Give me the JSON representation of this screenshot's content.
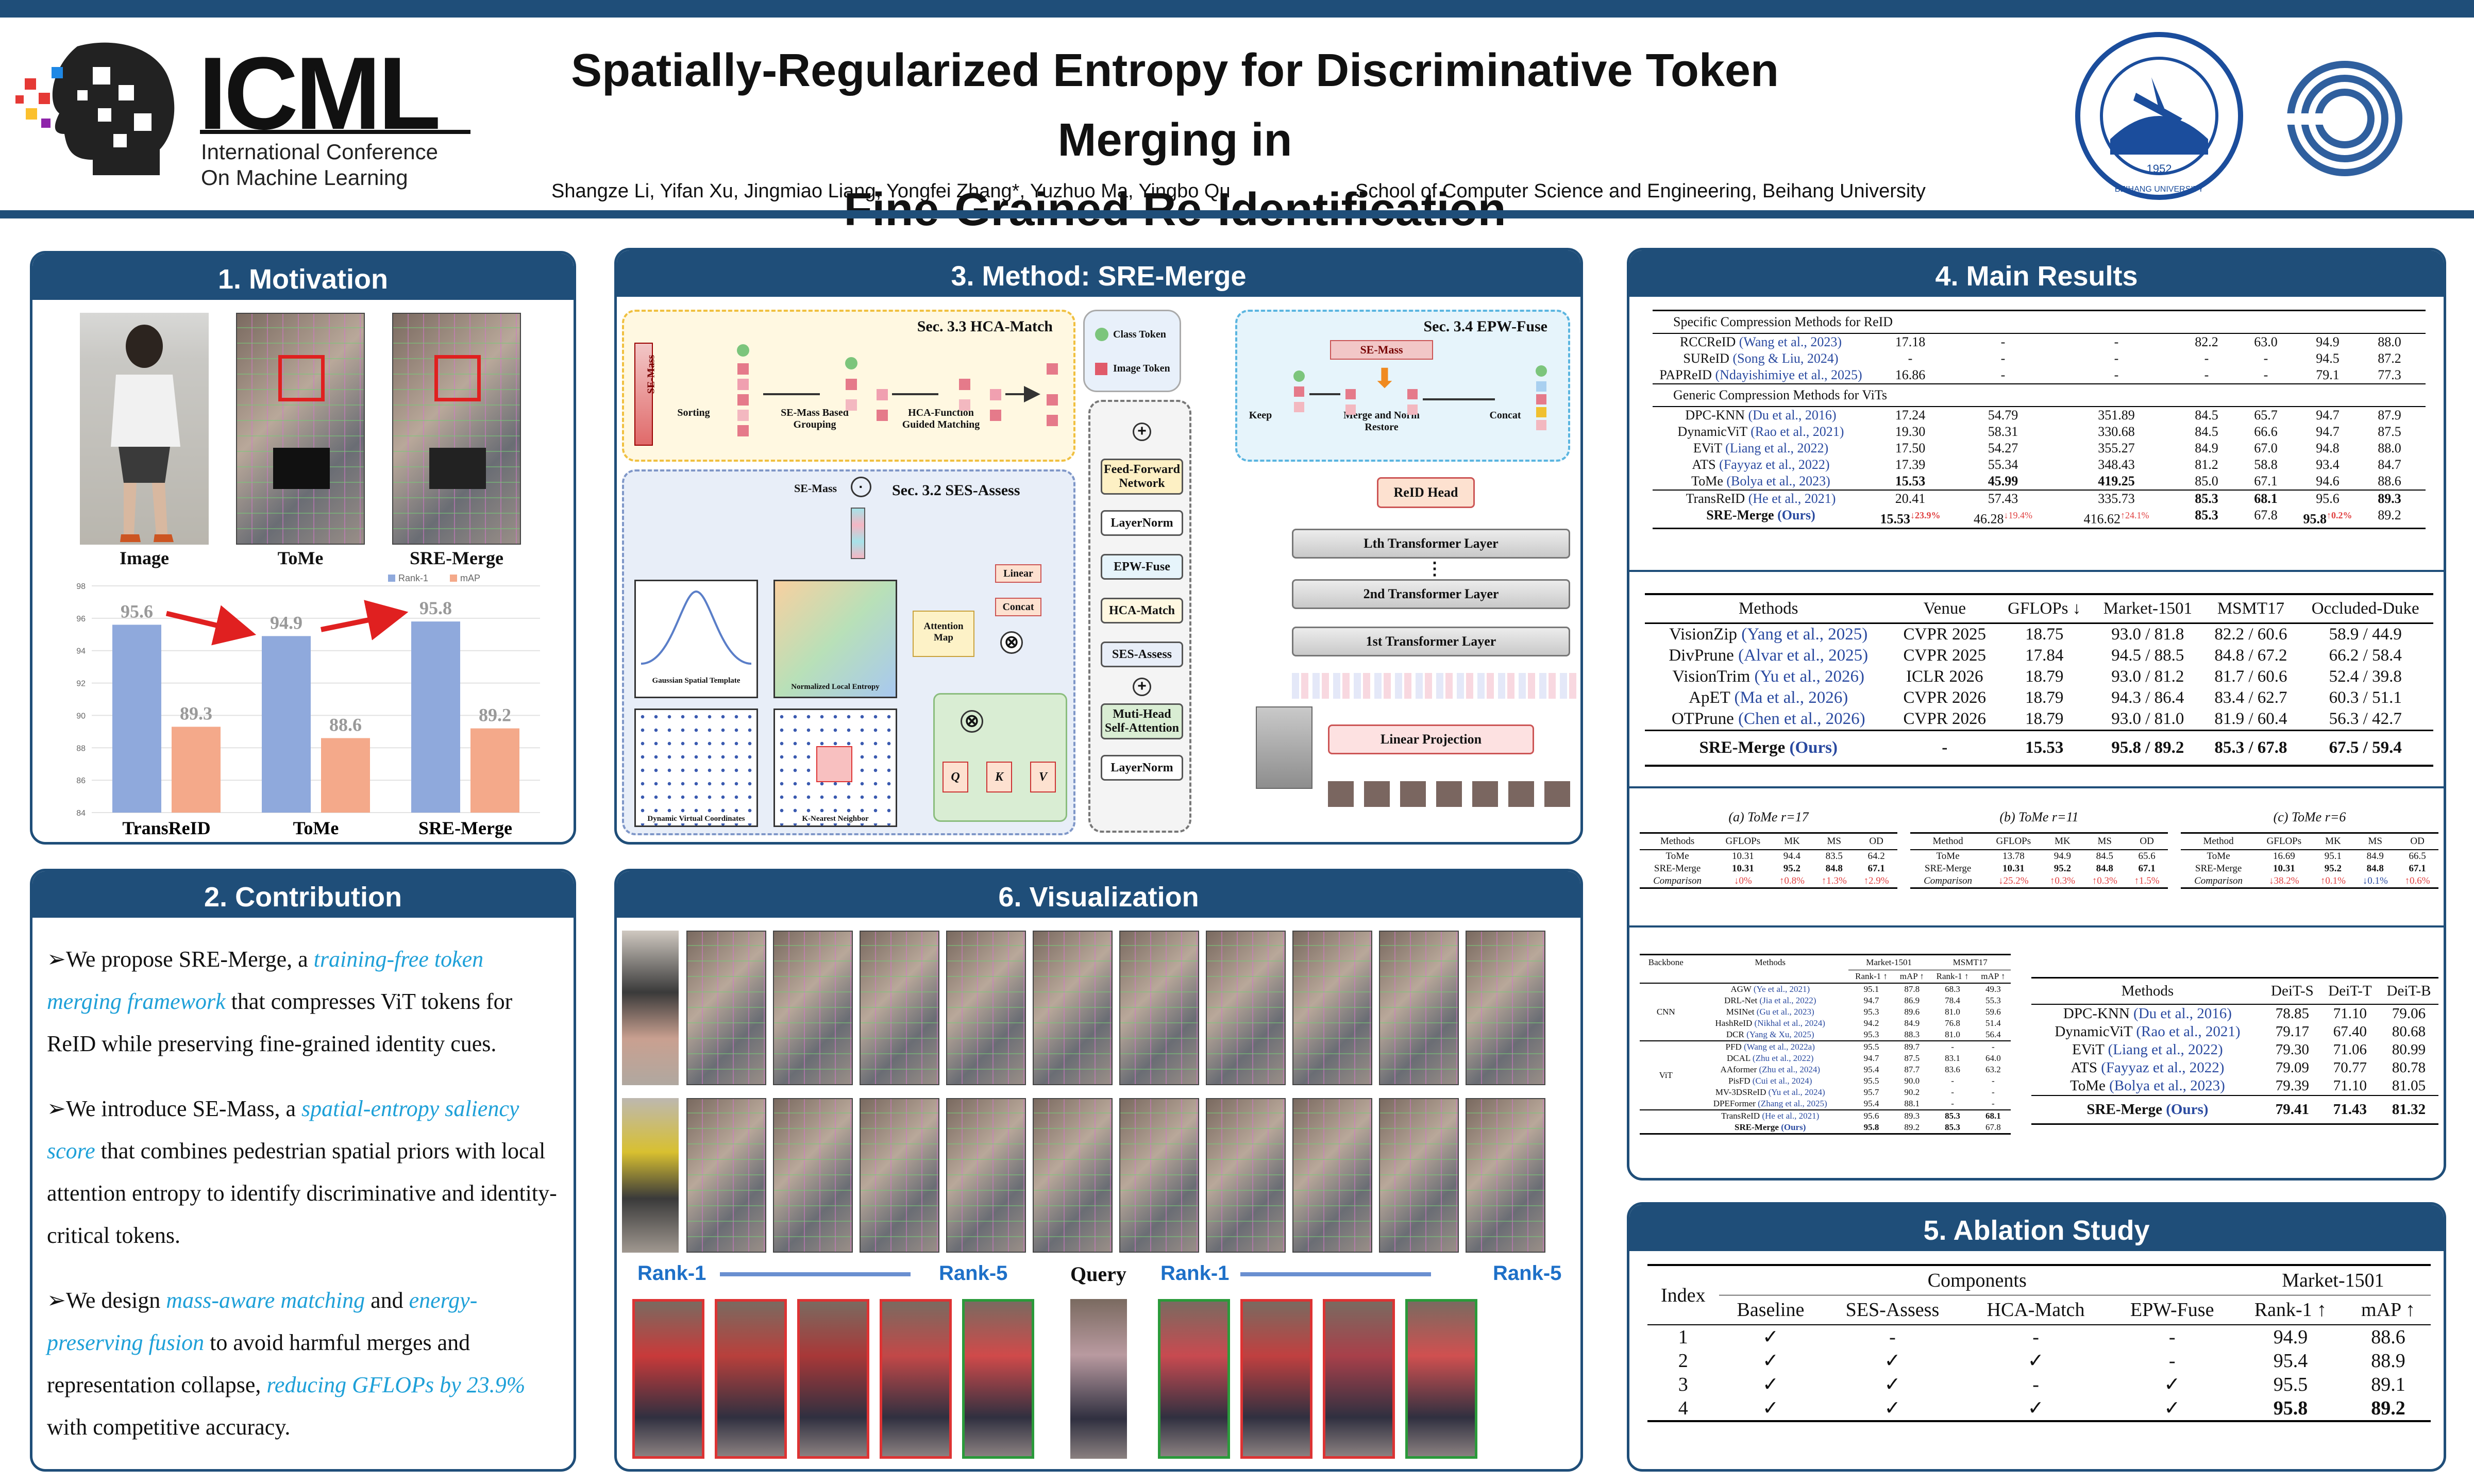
{
  "header": {
    "icml_word": "ICML",
    "icml_line1": "International Conference",
    "icml_line2": "On Machine Learning",
    "title_line1": "Spatially-Regularized Entropy for Discriminative Token Merging in",
    "title_line2": "Fine-Grained Re-Identification",
    "authors": "Shangze Li, Yifan Xu, Jingmiao Liang, Yongfei Zhang*, Yuzhuo Ma, Yingbo Qu",
    "affiliation": "School of Computer Science and Engineering, Beihang University",
    "seal_year": "1952",
    "seal_text": "BEIHANG UNIVERSITY"
  },
  "motivation": {
    "title": "1. Motivation",
    "labels": [
      "Image",
      "ToMe",
      "SRE-Merge"
    ],
    "chart_data": {
      "type": "bar",
      "categories": [
        "TransReID",
        "ToMe",
        "SRE-Merge"
      ],
      "series": [
        {
          "name": "Rank-1",
          "values": [
            95.6,
            94.9,
            95.8
          ],
          "color": "#8fa9dc"
        },
        {
          "name": "mAP",
          "values": [
            89.3,
            88.6,
            89.2
          ],
          "color": "#f4a98a"
        }
      ],
      "ylim": [
        84,
        98
      ],
      "yticks": [
        "84",
        "86",
        "88",
        "90",
        "92",
        "94",
        "96",
        "98"
      ],
      "value_labels_r1": [
        "95.6",
        "94.9",
        "95.8"
      ],
      "value_labels_map": [
        "89.3",
        "88.6",
        "89.2"
      ]
    }
  },
  "contribution": {
    "title": "2. Contribution",
    "items": [
      {
        "pre": "We propose SRE-Merge, a ",
        "em": "training-free token merging framework",
        "post": " that compresses ViT tokens for ReID while preserving fine-grained identity cues."
      },
      {
        "pre": "We introduce SE-Mass, a ",
        "em": "spatial-entropy saliency score",
        "post": " that combines pedestrian spatial priors with local attention entropy to identify discriminative and identity-critical tokens."
      },
      {
        "pre": "We design ",
        "em": "mass-aware matching",
        "mid": " and ",
        "em2": "energy-preserving fusion",
        "mid2": " to avoid harmful merges and representation collapse, ",
        "em3": "reducing GFLOPs by 23.9%",
        "post": " with competitive accuracy."
      }
    ]
  },
  "method": {
    "title": "3. Method: SRE-Merge",
    "hca_title": "Sec. 3.3 HCA-Match",
    "hca_labels": [
      "SE-Mass",
      "Sorting",
      "SE-Mass Based Grouping",
      "HCA-Function Guided Matching"
    ],
    "ses_title": "Sec. 3.2 SES-Assess",
    "ses_labels": [
      "SE-Mass",
      "Gaussian Spatial Template",
      "Normalized Local Entropy",
      "Dynamic Virtual Coordinates",
      "K-Nearest Neighbor",
      "Attention Map",
      "Linear",
      "Concat",
      "Q",
      "K",
      "V"
    ],
    "legend": [
      "Class Token",
      "Image Token"
    ],
    "epw_title": "Sec. 3.4 EPW-Fuse",
    "epw_labels": [
      "SE-Mass",
      "Keep",
      "Merge and Norm Restore",
      "Concat"
    ],
    "block": [
      "Feed-Forward Network",
      "LayerNorm",
      "EPW-Fuse",
      "HCA-Match",
      "SES-Assess",
      "Muti-Head Self-Attention",
      "LayerNorm"
    ],
    "stack": [
      "ReID Head",
      "Lth Transformer Layer",
      "2nd Transformer Layer",
      "1st Transformer Layer",
      "Linear Projection"
    ]
  },
  "results": {
    "title": "4. Main Results",
    "t1_sec1": "Specific Compression Methods for ReID",
    "t1_sec2": "Generic Compression Methods for ViTs",
    "t1_rows1": [
      [
        "RCCReID (Wang et al., 2023)",
        "17.18",
        "-",
        "-",
        "82.2",
        "63.0",
        "94.9",
        "88.0"
      ],
      [
        "SUReID (Song & Liu, 2024)",
        "-",
        "-",
        "-",
        "-",
        "-",
        "94.5",
        "87.2"
      ],
      [
        "PAPReID (Ndayishimiye et al., 2025)",
        "16.86",
        "-",
        "-",
        "-",
        "-",
        "79.1",
        "77.3"
      ]
    ],
    "t1_rows2": [
      [
        "DPC-KNN (Du et al., 2016)",
        "17.24",
        "54.79",
        "351.89",
        "84.5",
        "65.7",
        "94.7",
        "87.9"
      ],
      [
        "DynamicViT (Rao et al., 2021)",
        "19.30",
        "58.31",
        "330.68",
        "84.5",
        "66.6",
        "94.7",
        "87.5"
      ],
      [
        "EViT (Liang et al., 2022)",
        "17.50",
        "54.27",
        "355.27",
        "84.9",
        "67.0",
        "94.8",
        "88.0"
      ],
      [
        "ATS (Fayyaz et al., 2022)",
        "17.39",
        "55.34",
        "348.43",
        "81.2",
        "58.8",
        "93.4",
        "84.7"
      ],
      [
        "ToMe (Bolya et al., 2023)",
        "15.53",
        "45.99",
        "419.25",
        "85.0",
        "67.1",
        "94.6",
        "88.6"
      ]
    ],
    "t1_rows3": [
      [
        "TransReID (He et al., 2021)",
        "20.41",
        "57.43",
        "335.73",
        "85.3",
        "68.1",
        "95.6",
        "89.3"
      ],
      [
        "SRE-Merge (Ours)",
        "15.53",
        "46.28",
        "416.62",
        "85.3",
        "67.8",
        "95.8",
        "89.2"
      ]
    ],
    "t1_deltas": [
      "↓23.9%",
      "↓19.4%",
      "↑24.1%",
      "↑0.2%"
    ],
    "t2_head": [
      "Methods",
      "Venue",
      "GFLOPs ↓",
      "Market-1501",
      "MSMT17",
      "Occluded-Duke"
    ],
    "t2_rows": [
      [
        "VisionZip (Yang et al., 2025)",
        "CVPR 2025",
        "18.75",
        "93.0 / 81.8",
        "82.2 / 60.6",
        "58.9 / 44.9"
      ],
      [
        "DivPrune (Alvar et al., 2025)",
        "CVPR 2025",
        "17.84",
        "94.5 / 88.5",
        "84.8 / 67.2",
        "66.2 / 58.4"
      ],
      [
        "VisionTrim (Yu et al., 2026)",
        "ICLR 2026",
        "18.79",
        "93.0 / 81.2",
        "81.7 / 60.6",
        "52.4 / 39.8"
      ],
      [
        "ApET (Ma et al., 2026)",
        "CVPR 2026",
        "18.79",
        "94.3 / 86.4",
        "83.4 / 62.7",
        "60.3 / 51.1"
      ],
      [
        "OTPrune (Chen et al., 2026)",
        "CVPR 2026",
        "18.79",
        "93.0 / 81.0",
        "81.9 / 60.4",
        "56.3 / 42.7"
      ],
      [
        "SRE-Merge (Ours)",
        "-",
        "15.53",
        "95.8 / 89.2",
        "85.3 / 67.8",
        "67.5 / 59.4"
      ]
    ],
    "t3": [
      {
        "cap": "(a) ToMe r=17",
        "head": [
          "Methods",
          "GFLOPs",
          "MK",
          "MS",
          "OD"
        ],
        "rows": [
          [
            "ToMe",
            "10.31",
            "94.4",
            "83.5",
            "64.2"
          ],
          [
            "SRE-Merge",
            "10.31",
            "95.2",
            "84.8",
            "67.1"
          ],
          [
            "Comparison",
            "↓0%",
            "↑0.8%",
            "↑1.3%",
            "↑2.9%"
          ]
        ]
      },
      {
        "cap": "(b) ToMe r=11",
        "head": [
          "Method",
          "GFLOPs",
          "MK",
          "MS",
          "OD"
        ],
        "rows": [
          [
            "ToMe",
            "13.78",
            "94.9",
            "84.5",
            "65.6"
          ],
          [
            "SRE-Merge",
            "10.31",
            "95.2",
            "84.8",
            "67.1"
          ],
          [
            "Comparison",
            "↓25.2%",
            "↑0.3%",
            "↑0.3%",
            "↑1.5%"
          ]
        ]
      },
      {
        "cap": "(c) ToMe r=6",
        "head": [
          "Method",
          "GFLOPs",
          "MK",
          "MS",
          "OD"
        ],
        "rows": [
          [
            "ToMe",
            "16.69",
            "95.1",
            "84.9",
            "66.5"
          ],
          [
            "SRE-Merge",
            "10.31",
            "95.2",
            "84.8",
            "67.1"
          ],
          [
            "Comparison",
            "↓38.2%",
            "↑0.1%",
            "↓0.1%",
            "↑0.6%"
          ]
        ]
      }
    ],
    "t4_head": [
      "Backbone",
      "Methods",
      "Market-1501",
      "MSMT17",
      "Rank-1 ↑",
      "mAP ↑",
      "Rank-1 ↑",
      "mAP ↑"
    ],
    "t4_cnn": "CNN",
    "t4_vit": "ViT",
    "t4_rows_cnn": [
      [
        "AGW (Ye et al., 2021)",
        "95.1",
        "87.8",
        "68.3",
        "49.3"
      ],
      [
        "DRL-Net (Jia et al., 2022)",
        "94.7",
        "86.9",
        "78.4",
        "55.3"
      ],
      [
        "MSINet (Gu et al., 2023)",
        "95.3",
        "89.6",
        "81.0",
        "59.6"
      ],
      [
        "HashReID (Nikhal et al., 2024)",
        "94.2",
        "84.9",
        "76.8",
        "51.4"
      ],
      [
        "DCR (Yang & Xu, 2025)",
        "95.3",
        "88.3",
        "81.0",
        "56.4"
      ]
    ],
    "t4_rows_vit": [
      [
        "PFD (Wang et al., 2022a)",
        "95.5",
        "89.7",
        "-",
        "-"
      ],
      [
        "DCAL (Zhu et al., 2022)",
        "94.7",
        "87.5",
        "83.1",
        "64.0"
      ],
      [
        "AAformer (Zhu et al., 2024)",
        "95.4",
        "87.7",
        "83.6",
        "63.2"
      ],
      [
        "PisFD (Cui et al., 2024)",
        "95.5",
        "90.0",
        "-",
        "-"
      ],
      [
        "MV-3DSReID (Yu et al., 2024)",
        "95.7",
        "90.2",
        "-",
        "-"
      ],
      [
        "DPEFormer (Zhang et al., 2025)",
        "95.4",
        "88.1",
        "-",
        "-"
      ]
    ],
    "t4_rows_last": [
      [
        "TransReID (He et al., 2021)",
        "95.6",
        "89.3",
        "85.3",
        "68.1"
      ],
      [
        "SRE-Merge (Ours)",
        "95.8",
        "89.2",
        "85.3",
        "67.8"
      ]
    ],
    "t5_head": [
      "Methods",
      "DeiT-S",
      "DeiT-T",
      "DeiT-B"
    ],
    "t5_rows": [
      [
        "DPC-KNN (Du et al., 2016)",
        "78.85",
        "71.10",
        "79.06"
      ],
      [
        "DynamicViT (Rao et al., 2021)",
        "79.17",
        "67.40",
        "80.68"
      ],
      [
        "EViT (Liang et al., 2022)",
        "79.30",
        "71.06",
        "80.99"
      ],
      [
        "ATS (Fayyaz et al., 2022)",
        "79.09",
        "70.77",
        "80.78"
      ],
      [
        "ToMe (Bolya et al., 2023)",
        "79.39",
        "71.10",
        "81.05"
      ],
      [
        "SRE-Merge (Ours)",
        "79.41",
        "71.43",
        "81.32"
      ]
    ]
  },
  "ablation": {
    "title": "5. Ablation Study",
    "head_index": "Index",
    "head_components": "Components",
    "head_market": "Market-1501",
    "cols": [
      "Baseline",
      "SES-Assess",
      "HCA-Match",
      "EPW-Fuse",
      "Rank-1 ↑",
      "mAP ↑"
    ],
    "rows": [
      [
        "1",
        "✓",
        "-",
        "-",
        "-",
        "94.9",
        "88.6"
      ],
      [
        "2",
        "✓",
        "✓",
        "✓",
        "-",
        "95.4",
        "88.9"
      ],
      [
        "3",
        "✓",
        "✓",
        "-",
        "✓",
        "95.5",
        "89.1"
      ],
      [
        "4",
        "✓",
        "✓",
        "✓",
        "✓",
        "95.8",
        "89.2"
      ]
    ]
  },
  "visualization": {
    "title": "6. Visualization",
    "rank1": "Rank-1",
    "rank5": "Rank-5",
    "query": "Query"
  },
  "colors": {
    "navy": "#1f4e79",
    "accent": "#1ea0d8",
    "red": "#e04040",
    "blue_bar": "#8fa9dc",
    "orange_bar": "#f4a98a"
  }
}
